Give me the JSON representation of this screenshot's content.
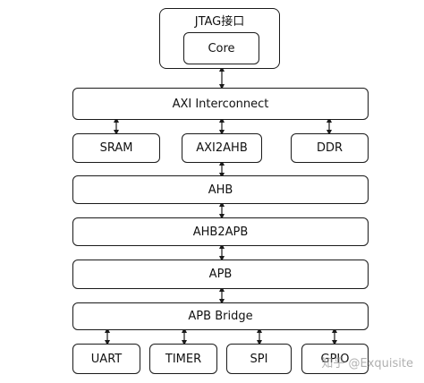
{
  "diagram": {
    "jtag": "JTAG接口",
    "core": "Core",
    "axi_interconnect": "AXI Interconnect",
    "sram": "SRAM",
    "axi2ahb": "AXI2AHB",
    "ddr": "DDR",
    "ahb": "AHB",
    "ahb2apb": "AHB2APB",
    "apb": "APB",
    "apb_bridge": "APB Bridge",
    "uart": "UART",
    "timer": "TIMER",
    "spi": "SPI",
    "gpio": "GPIO"
  },
  "watermark": "知乎 @Exquisite",
  "colors": {
    "stroke": "#1a1a1a",
    "background": "#ffffff"
  }
}
